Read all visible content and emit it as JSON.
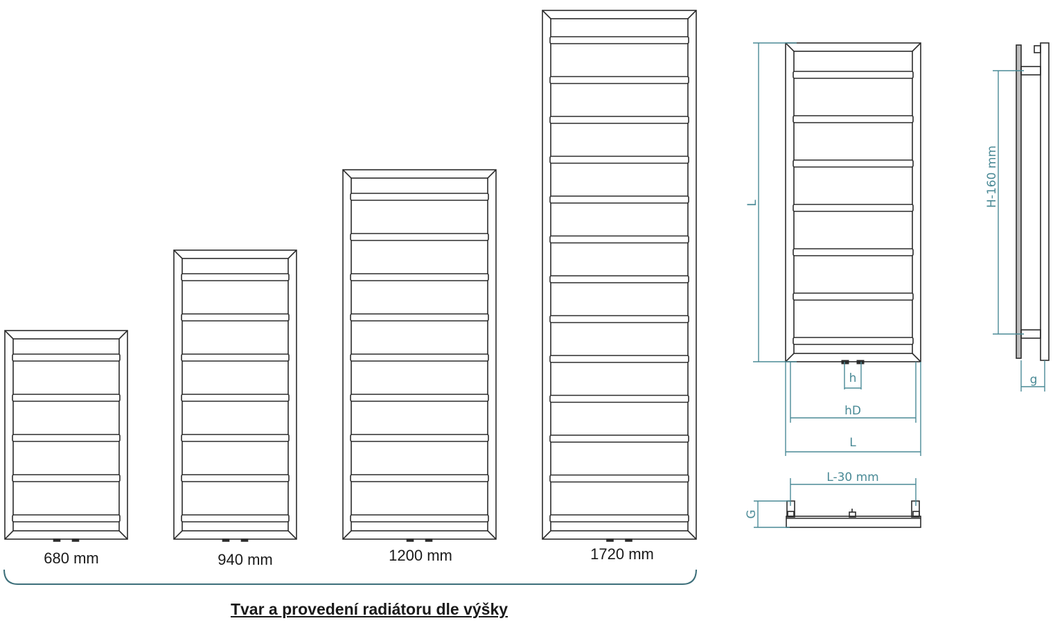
{
  "radiators": [
    {
      "height_label": "680 mm",
      "rails": 5
    },
    {
      "height_label": "940 mm",
      "rails": 7
    },
    {
      "height_label": "1200 mm",
      "rails": 9
    },
    {
      "height_label": "1720 mm",
      "rails": 13
    }
  ],
  "caption": "Tvar a provedení radiátoru dle výšky",
  "dimensions": {
    "height": "L",
    "connection_offset": "h",
    "connection_spacing": "hD",
    "width": "L",
    "top_width": "L-30 mm",
    "depth": "G",
    "mount_height": "H-160 mm",
    "wall_gap": "g"
  },
  "colors": {
    "line": "#2b2b2b",
    "dimension": "#4a8a96",
    "text": "#1a1a1a"
  }
}
